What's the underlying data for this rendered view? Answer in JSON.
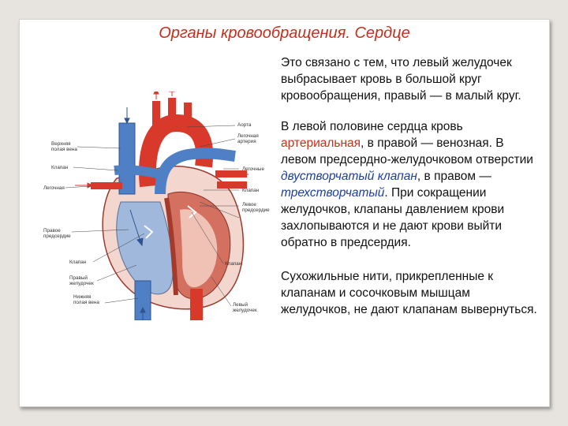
{
  "slide": {
    "title": "Органы кровообращения. Сердце",
    "paragraph1": "Это связано с тем, что левый желудочек выбрасывает кровь в большой круг кровообращения, правый — в малый круг.",
    "paragraph2": {
      "t1": "В левой половине сердца кровь ",
      "arterial": "артериальная",
      "t2": ", в правой — венозная. В левом предсердно-желудочковом отверстии ",
      "bicuspid": "двустворчатый клапан",
      "t3": ", в правом — ",
      "tricuspid": "трехстворчатый",
      "t4": ". При сокращении желудочков, клапаны давлением крови захлопываются и не дают крови выйти обратно в предсердия."
    },
    "paragraph3": "Сухожильные нити, прикрепленные к клапанам и сосочковым мышцам желудочков, не дают клапанам вывернуться."
  },
  "diagram": {
    "labels": {
      "aorta": "Аорта",
      "pulm_trunk_1": "Легочная",
      "pulm_trunk_2": "артерия",
      "sup_vena_1": "Верхняя",
      "sup_vena_2": "полая вена",
      "valve_top": "Клапан",
      "pulm_veins": "Легочные",
      "pulm_vein_r": "Легочная",
      "left_atrium_1": "Левое",
      "left_atrium_2": "предсердие",
      "left_side": "Клапан",
      "right_atrium_1": "Правое",
      "right_atrium_2": "предсердие",
      "valve_left": "Клапан",
      "valve_right": "Клапан",
      "right_vent_1": "Правый",
      "right_vent_2": "желудочек",
      "inf_vena_1": "Нижняя",
      "inf_vena_2": "полая вена",
      "left_vent_1": "Левый",
      "left_vent_2": "желудочек"
    },
    "colors": {
      "artery": "#d8392a",
      "vein": "#4f7fc4",
      "muscle": "#d47060"
    }
  }
}
